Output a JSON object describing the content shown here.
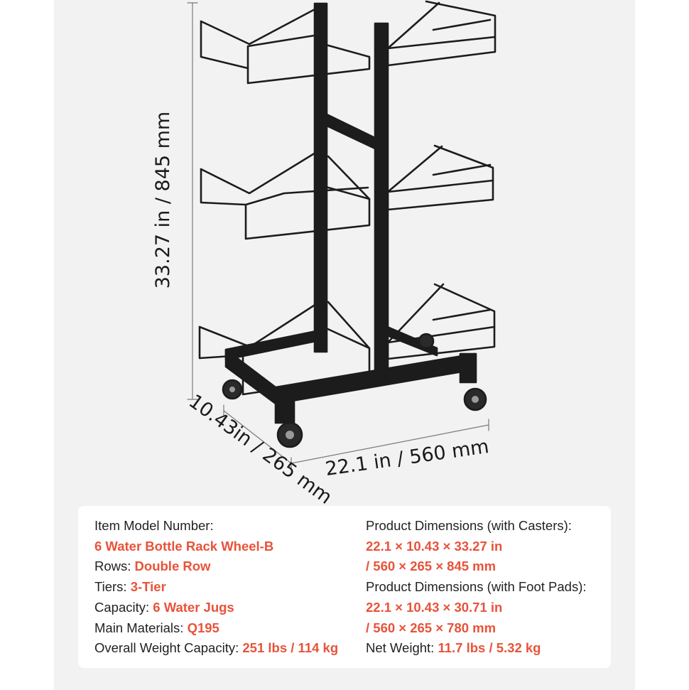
{
  "dimensions": {
    "height": "33.27 in / 845 mm",
    "depth": "10.43in / 265 mm",
    "width": "22.1 in / 560 mm"
  },
  "specs": {
    "model_label": "Item Model Number:",
    "model_value": "6 Water Bottle Rack Wheel-B",
    "rows_label": "Rows: ",
    "rows_value": "Double Row",
    "tiers_label": "Tiers: ",
    "tiers_value": "3-Tier",
    "capacity_label": "Capacity: ",
    "capacity_value": "6 Water Jugs",
    "materials_label": "Main Materials: ",
    "materials_value": "Q195",
    "weight_cap_label": "Overall Weight Capacity: ",
    "weight_cap_value": "251 lbs / 114 kg",
    "dims_casters_label": "Product Dimensions (with Casters):",
    "dims_casters_in": "22.1 × 10.43 × 33.27 in",
    "dims_casters_mm": "/ 560 × 265 × 845 mm",
    "dims_pads_label": "Product Dimensions (with Foot Pads):",
    "dims_pads_in": "22.1 × 10.43 × 30.71 in",
    "dims_pads_mm": "/ 560 × 265 × 780 mm",
    "net_weight_label": "Net Weight: ",
    "net_weight_value": "11.7 lbs / 5.32 kg"
  },
  "colors": {
    "highlight": "#e8533a",
    "text": "#222222",
    "panel": "#f2f2f2",
    "frame": "#1c1c1c"
  }
}
